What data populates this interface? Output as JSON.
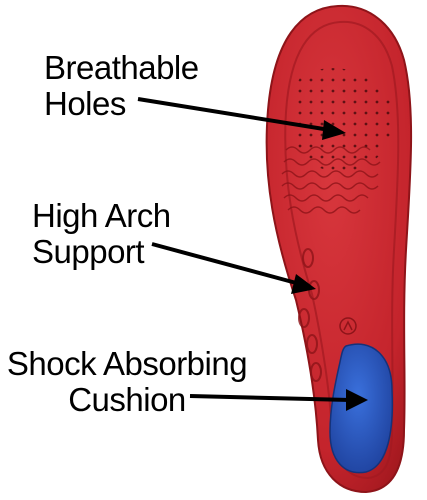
{
  "labels": {
    "breathable": [
      "Breathable",
      "Holes"
    ],
    "arch": [
      "High Arch",
      "Support"
    ],
    "cushion": [
      "Shock Absorbing",
      "Cushion"
    ]
  },
  "colors": {
    "insole_red": "#c8252e",
    "insole_dark": "#8e1419",
    "cushion_blue": "#2a59c6",
    "text": "#000000"
  }
}
